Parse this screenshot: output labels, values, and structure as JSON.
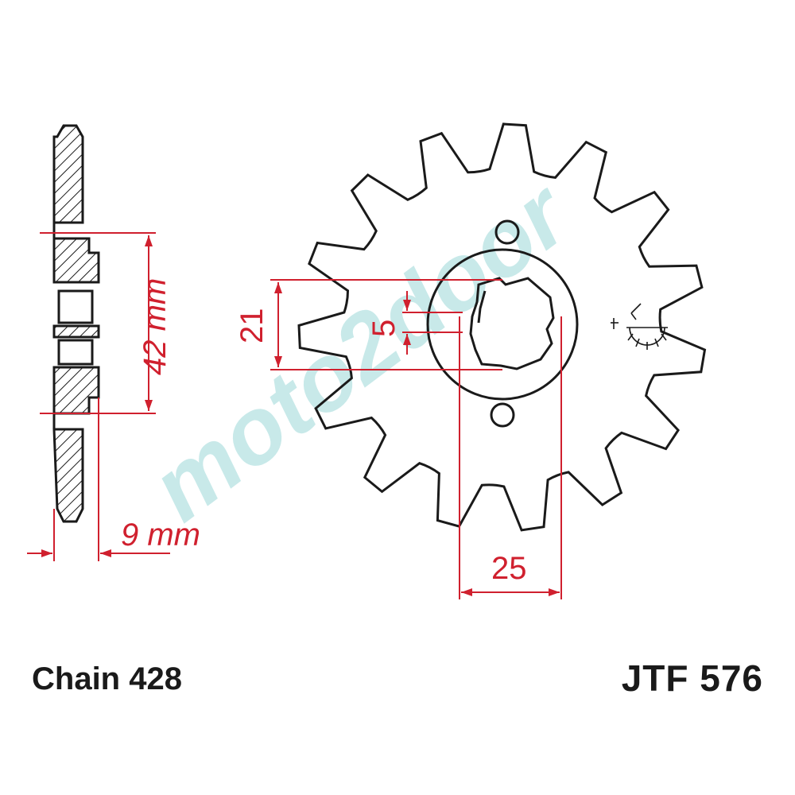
{
  "watermark": {
    "text": "moto2door",
    "color": "#bfe6e6"
  },
  "dimensions": {
    "hub_width": "42 mm",
    "thickness": "9 mm",
    "inner_diameter": "21",
    "spline_width": "5",
    "hub_bore": "25"
  },
  "captions": {
    "chain": "Chain 428",
    "part_number": "JTF 576"
  },
  "teeth": 15,
  "colors": {
    "outline": "#1a1a1a",
    "dimension": "#d0202e",
    "hatch": "#1a1a1a"
  }
}
